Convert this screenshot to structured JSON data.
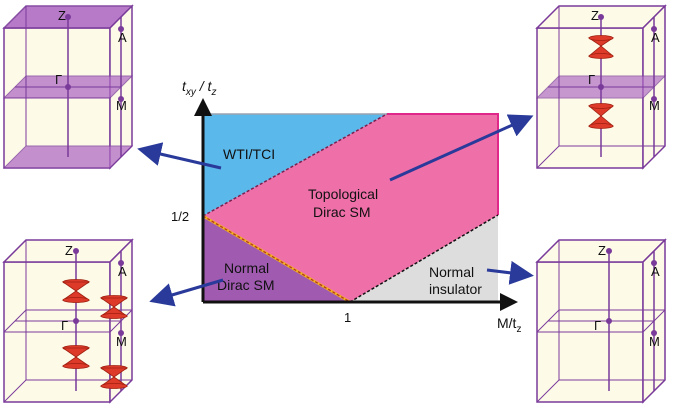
{
  "axes": {
    "y_label_main": "t",
    "y_label_sub1": "xy",
    "y_label_sep": " / t",
    "y_label_sub2": "z",
    "x_label_main": "M/t",
    "x_label_sub": "z",
    "y_tick": "1/2",
    "x_tick": "1"
  },
  "regions": {
    "wti": "WTI/TCI",
    "topo_line1": "Topological",
    "topo_line2": "Dirac SM",
    "normal_dirac_line1": "Normal",
    "normal_dirac_line2": "Dirac SM",
    "normal_ins_line1": "Normal",
    "normal_ins_line2": "insulator"
  },
  "points": {
    "z": "Z",
    "a": "A",
    "gamma": "Γ",
    "m": "M"
  },
  "colors": {
    "wti": "#5bb8ea",
    "topological": "#ef6fa8",
    "normal_dirac": "#a05bb0",
    "normal_insulator": "#dddddd",
    "box_fill": "#fdfbe8",
    "box_edge": "#7a3a9a",
    "plane_fill": "#b06cc4",
    "cone": "#dd3a2a",
    "arrow": "#2a3a9a"
  }
}
